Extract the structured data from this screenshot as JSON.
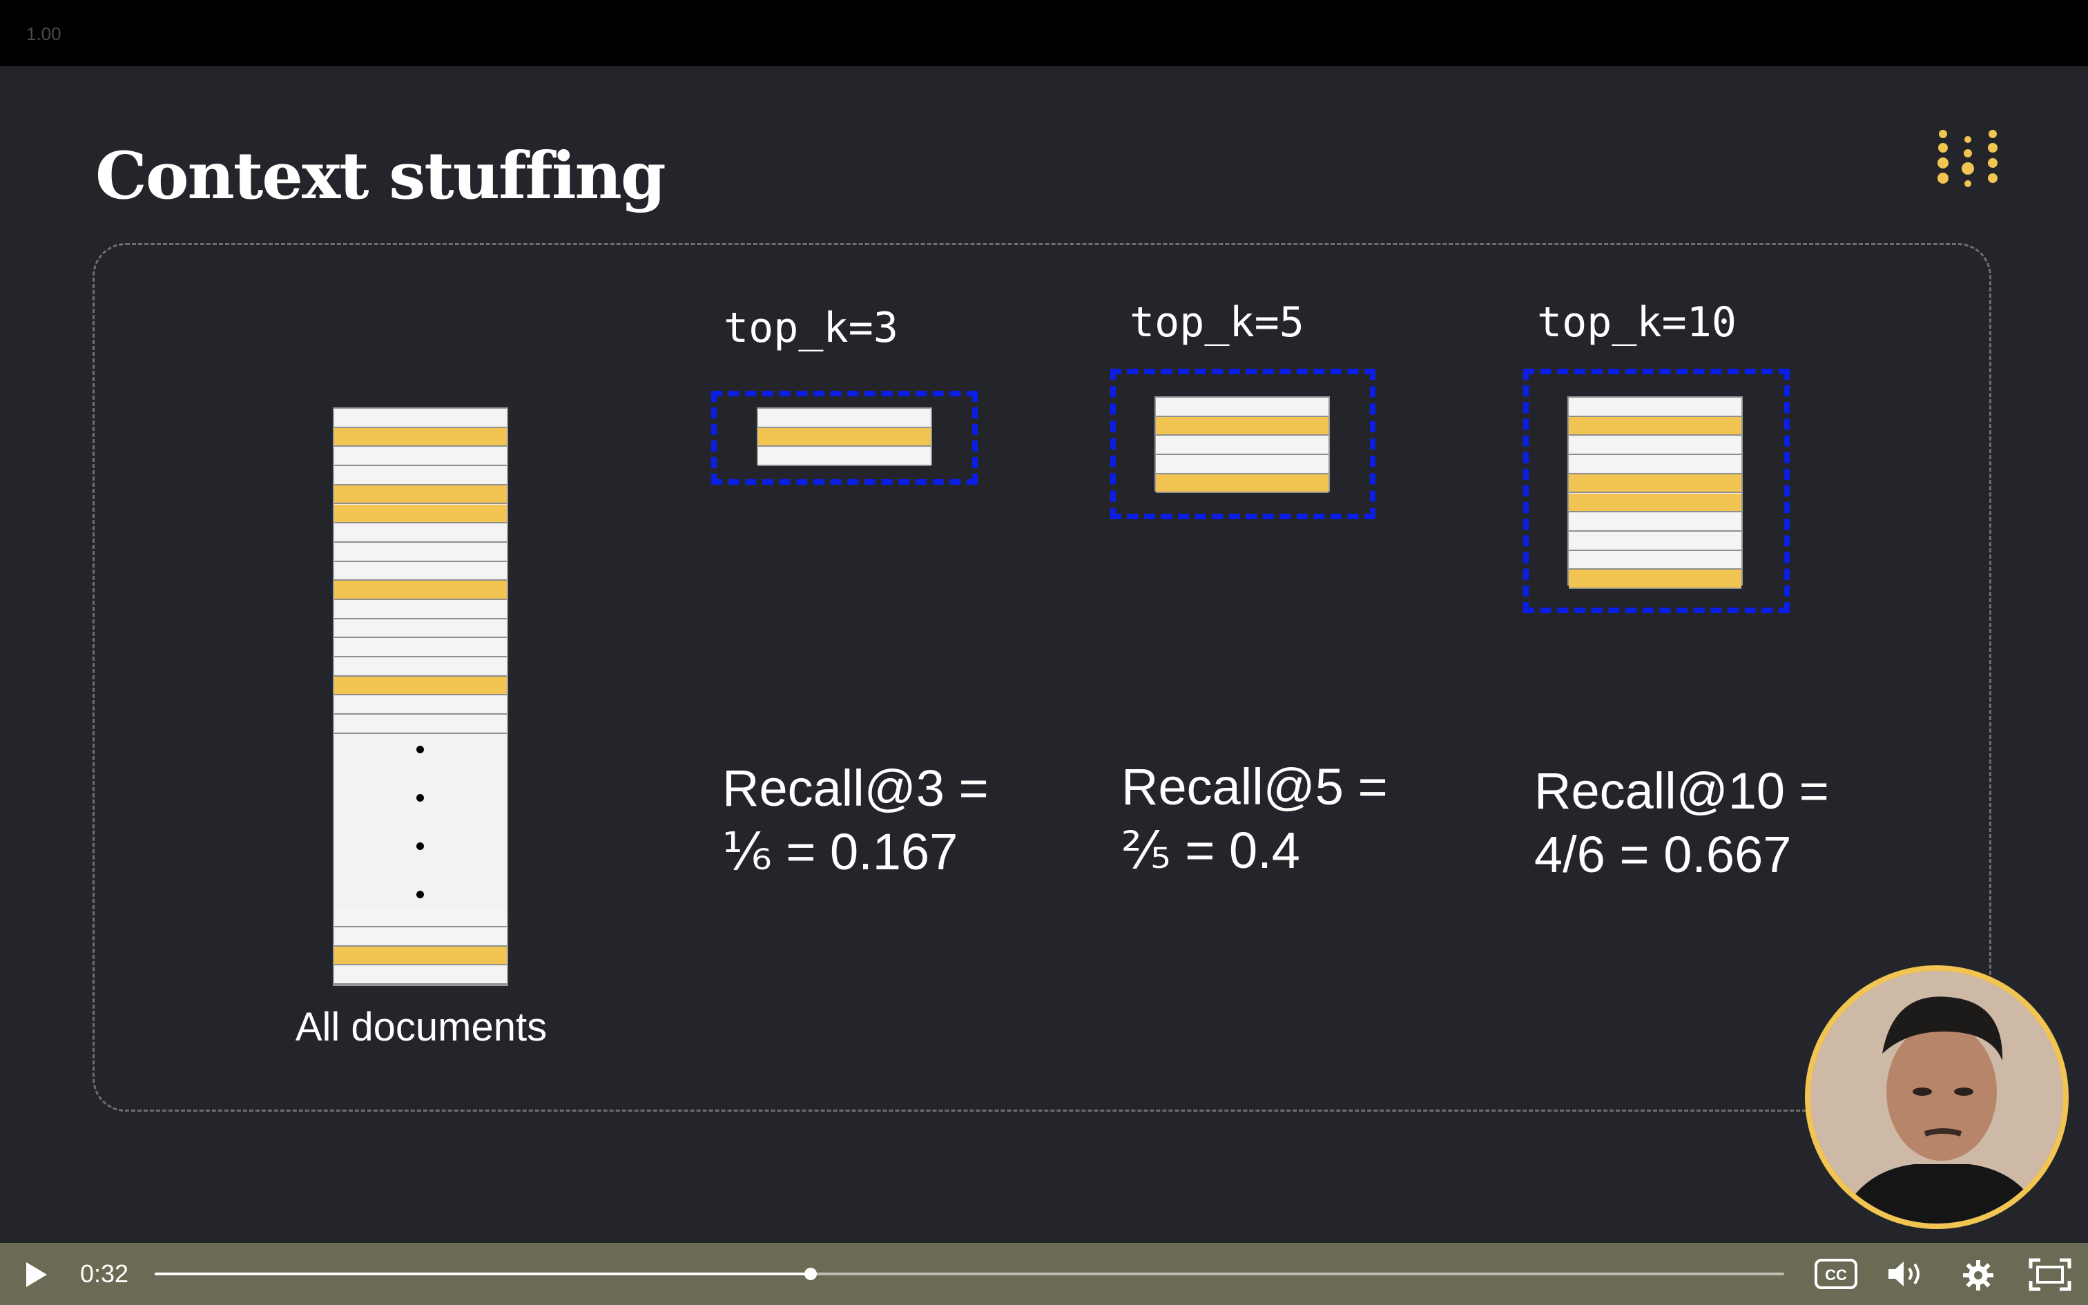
{
  "player": {
    "speed": "1.00",
    "time": "0:32",
    "progress": 0.4024,
    "captions_label": "CC"
  },
  "slide": {
    "title": "Context stuffing",
    "all_documents_label": "All documents",
    "stack_rows": [
      "empty",
      "hit",
      "empty",
      "empty",
      "hit",
      "hit",
      "empty",
      "empty",
      "empty",
      "hit",
      "empty",
      "empty",
      "empty",
      "empty",
      "hit",
      "empty",
      "empty"
    ],
    "stack_tail_rows": [
      "empty",
      "empty",
      "hit",
      "empty"
    ],
    "groups": [
      {
        "topk_label": "top_k=3",
        "rows": [
          "empty",
          "hit",
          "empty"
        ],
        "recall_line1": "Recall@3 =",
        "recall_line2": "⅙ = 0.167"
      },
      {
        "topk_label": "top_k=5",
        "rows": [
          "empty",
          "hit",
          "empty",
          "empty",
          "hit"
        ],
        "recall_line1": "Recall@5 =",
        "recall_line2": "⅖ = 0.4"
      },
      {
        "topk_label": "top_k=10",
        "rows": [
          "empty",
          "hit",
          "empty",
          "empty",
          "hit",
          "hit",
          "empty",
          "empty",
          "empty",
          "hit"
        ],
        "recall_line1": "Recall@10 =",
        "recall_line2": "4/6 = 0.667"
      }
    ]
  },
  "colors": {
    "hit_row": "#f2c553",
    "selection_box": "#0a1ee6",
    "slide_background": "#23252a",
    "control_bar": "#6b6b55"
  },
  "icons": [
    "play-icon",
    "closed-captions-icon",
    "volume-icon",
    "settings-gear-icon",
    "fullscreen-icon",
    "brand-dots-logo"
  ]
}
